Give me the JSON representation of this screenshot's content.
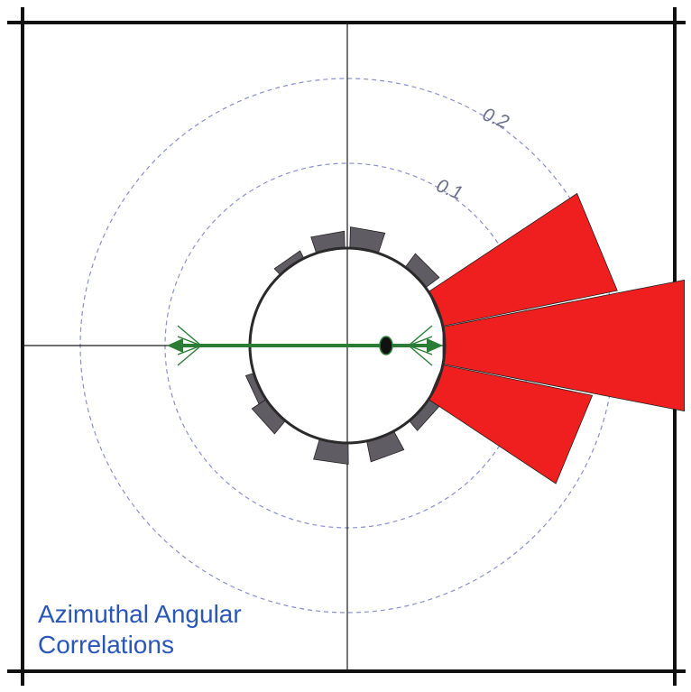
{
  "colors": {
    "frame": "#111111",
    "ring": "#8a8fd0",
    "gray_bar": "#5f5c63",
    "red_bar": "#ef1f1f",
    "arrow": "#2b7d35",
    "caption": "#2a56b8"
  },
  "chart_data": {
    "type": "polar-bar",
    "title_lines": [
      "Azimuthal Angular",
      "Correlations"
    ],
    "radial_rings": [
      {
        "value": 0.1,
        "label": "0.1"
      },
      {
        "value": 0.2,
        "label": "0.2"
      }
    ],
    "baseline_value": 0.0,
    "bins_deg": [
      0,
      22.5,
      45,
      67.5,
      90,
      112.5,
      135,
      157.5,
      180,
      202.5,
      225,
      247.5,
      270,
      292.5,
      315,
      337.5
    ],
    "highlighted_bins": [
      {
        "angle_deg": 0,
        "value": 0.29
      },
      {
        "angle_deg": 22.5,
        "value": 0.21
      },
      {
        "angle_deg": -22.5,
        "value": 0.18
      }
    ],
    "gray_bins": [
      {
        "angle_deg": 45,
        "value": 0.02
      },
      {
        "angle_deg": 80,
        "value": 0.025
      },
      {
        "angle_deg": 100,
        "value": 0.02
      },
      {
        "angle_deg": 125,
        "value": 0.01
      },
      {
        "angle_deg": -42,
        "value": 0.015
      },
      {
        "angle_deg": -70,
        "value": 0.025
      },
      {
        "angle_deg": -98,
        "value": 0.025
      },
      {
        "angle_deg": -138,
        "value": 0.02
      },
      {
        "angle_deg": -155,
        "value": 0.01
      }
    ],
    "arrow": {
      "from_angle_deg": 180,
      "to_angle_deg": 0,
      "value": 0.1
    }
  }
}
